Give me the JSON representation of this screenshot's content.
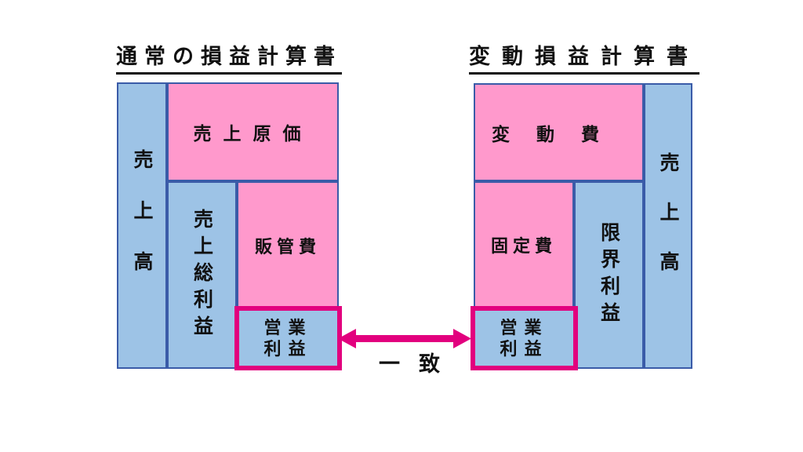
{
  "colors": {
    "box_pink": "#FF99CC",
    "box_blue": "#9DC3E6",
    "highlight_magenta": "#E2007E",
    "box_border_blue": "#3A5BA8",
    "text_black": "#111111"
  },
  "left_statement": {
    "title": "通常の損益計算書",
    "sales": "売上高",
    "cost_of_sales": "売上原価",
    "gross_profit": "売上総利益",
    "sga_expenses": "販管費",
    "operating_profit_line1": "営業",
    "operating_profit_line2": "利益"
  },
  "right_statement": {
    "title": "変動損益計算書",
    "variable_costs": "変動費",
    "sales": "売上高",
    "fixed_costs": "固定費",
    "marginal_profit": "限界利益",
    "operating_profit_line1": "営業",
    "operating_profit_line2": "利益"
  },
  "connector": {
    "label": "一致"
  }
}
